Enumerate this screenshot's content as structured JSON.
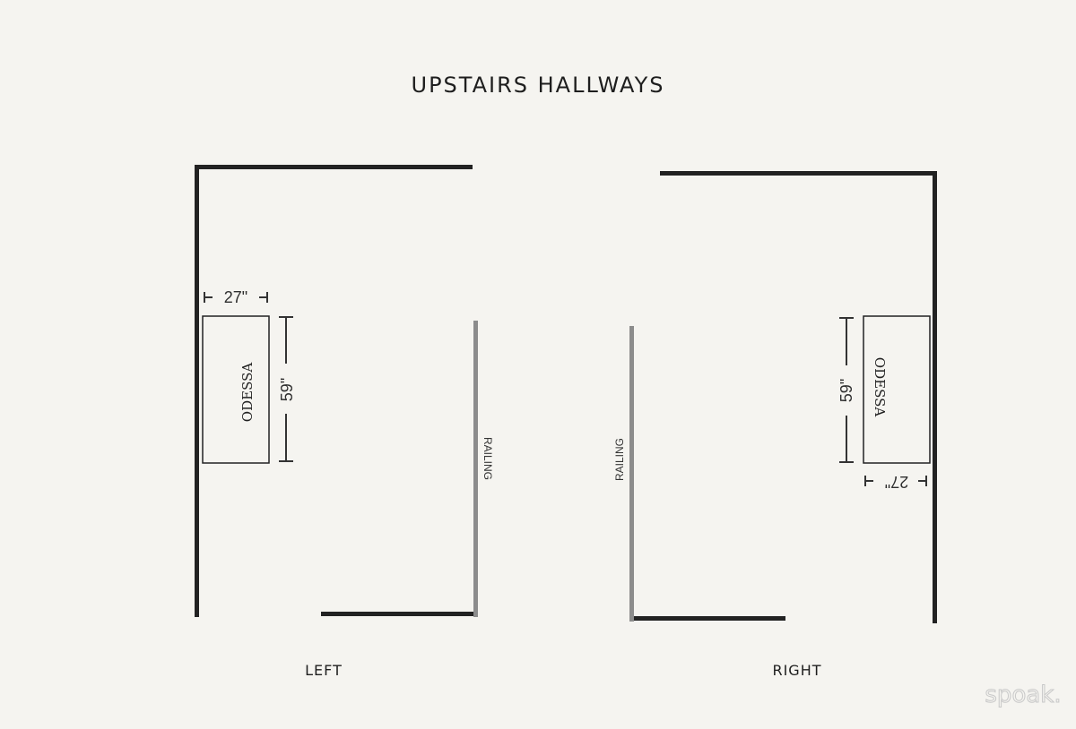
{
  "title": "UPSTAIRS HALLWAYS",
  "left": {
    "label": "LEFT",
    "furniture_label": "ODESSA",
    "width_dim": "27\"",
    "length_dim": "59\"",
    "railing_label": "RAILING"
  },
  "right": {
    "label": "RIGHT",
    "furniture_label": "ODESSA",
    "width_dim": "27\"",
    "length_dim": "59\"",
    "railing_label": "RAILING"
  },
  "watermark": "spoak.",
  "colors": {
    "wall": "#222222",
    "railing": "#8c8c8c",
    "background": "#f5f4f0"
  }
}
